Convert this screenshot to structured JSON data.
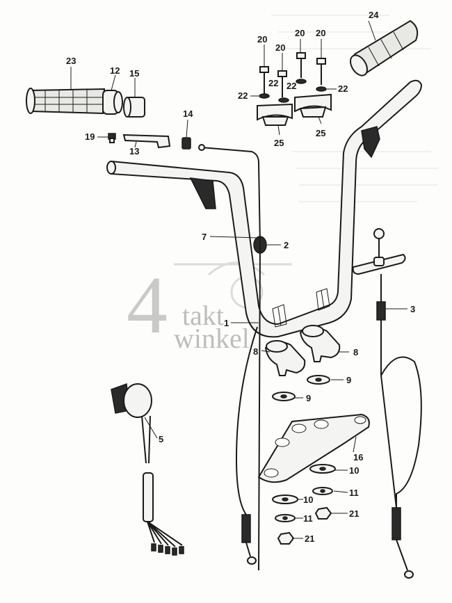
{
  "watermark": {
    "number": "4",
    "word1": "takt",
    "word2": "winkel"
  },
  "callouts": [
    {
      "id": "c1",
      "text": "1"
    },
    {
      "id": "c2",
      "text": "2"
    },
    {
      "id": "c3",
      "text": "3"
    },
    {
      "id": "c5",
      "text": "5"
    },
    {
      "id": "c7",
      "text": "7"
    },
    {
      "id": "c8a",
      "text": "8"
    },
    {
      "id": "c8b",
      "text": "8"
    },
    {
      "id": "c9a",
      "text": "9"
    },
    {
      "id": "c9b",
      "text": "9"
    },
    {
      "id": "c10a",
      "text": "10"
    },
    {
      "id": "c10b",
      "text": "10"
    },
    {
      "id": "c11a",
      "text": "11"
    },
    {
      "id": "c11b",
      "text": "11"
    },
    {
      "id": "c12",
      "text": "12"
    },
    {
      "id": "c13",
      "text": "13"
    },
    {
      "id": "c14",
      "text": "14"
    },
    {
      "id": "c15",
      "text": "15"
    },
    {
      "id": "c16",
      "text": "16"
    },
    {
      "id": "c19",
      "text": "19"
    },
    {
      "id": "c20a",
      "text": "20"
    },
    {
      "id": "c20b",
      "text": "20"
    },
    {
      "id": "c20c",
      "text": "20"
    },
    {
      "id": "c20d",
      "text": "20"
    },
    {
      "id": "c21a",
      "text": "21"
    },
    {
      "id": "c21b",
      "text": "21"
    },
    {
      "id": "c22a",
      "text": "22"
    },
    {
      "id": "c22b",
      "text": "22"
    },
    {
      "id": "c22c",
      "text": "22"
    },
    {
      "id": "c22d",
      "text": "22"
    },
    {
      "id": "c23",
      "text": "23"
    },
    {
      "id": "c24",
      "text": "24"
    },
    {
      "id": "c25a",
      "text": "25"
    },
    {
      "id": "c25b",
      "text": "25"
    }
  ]
}
